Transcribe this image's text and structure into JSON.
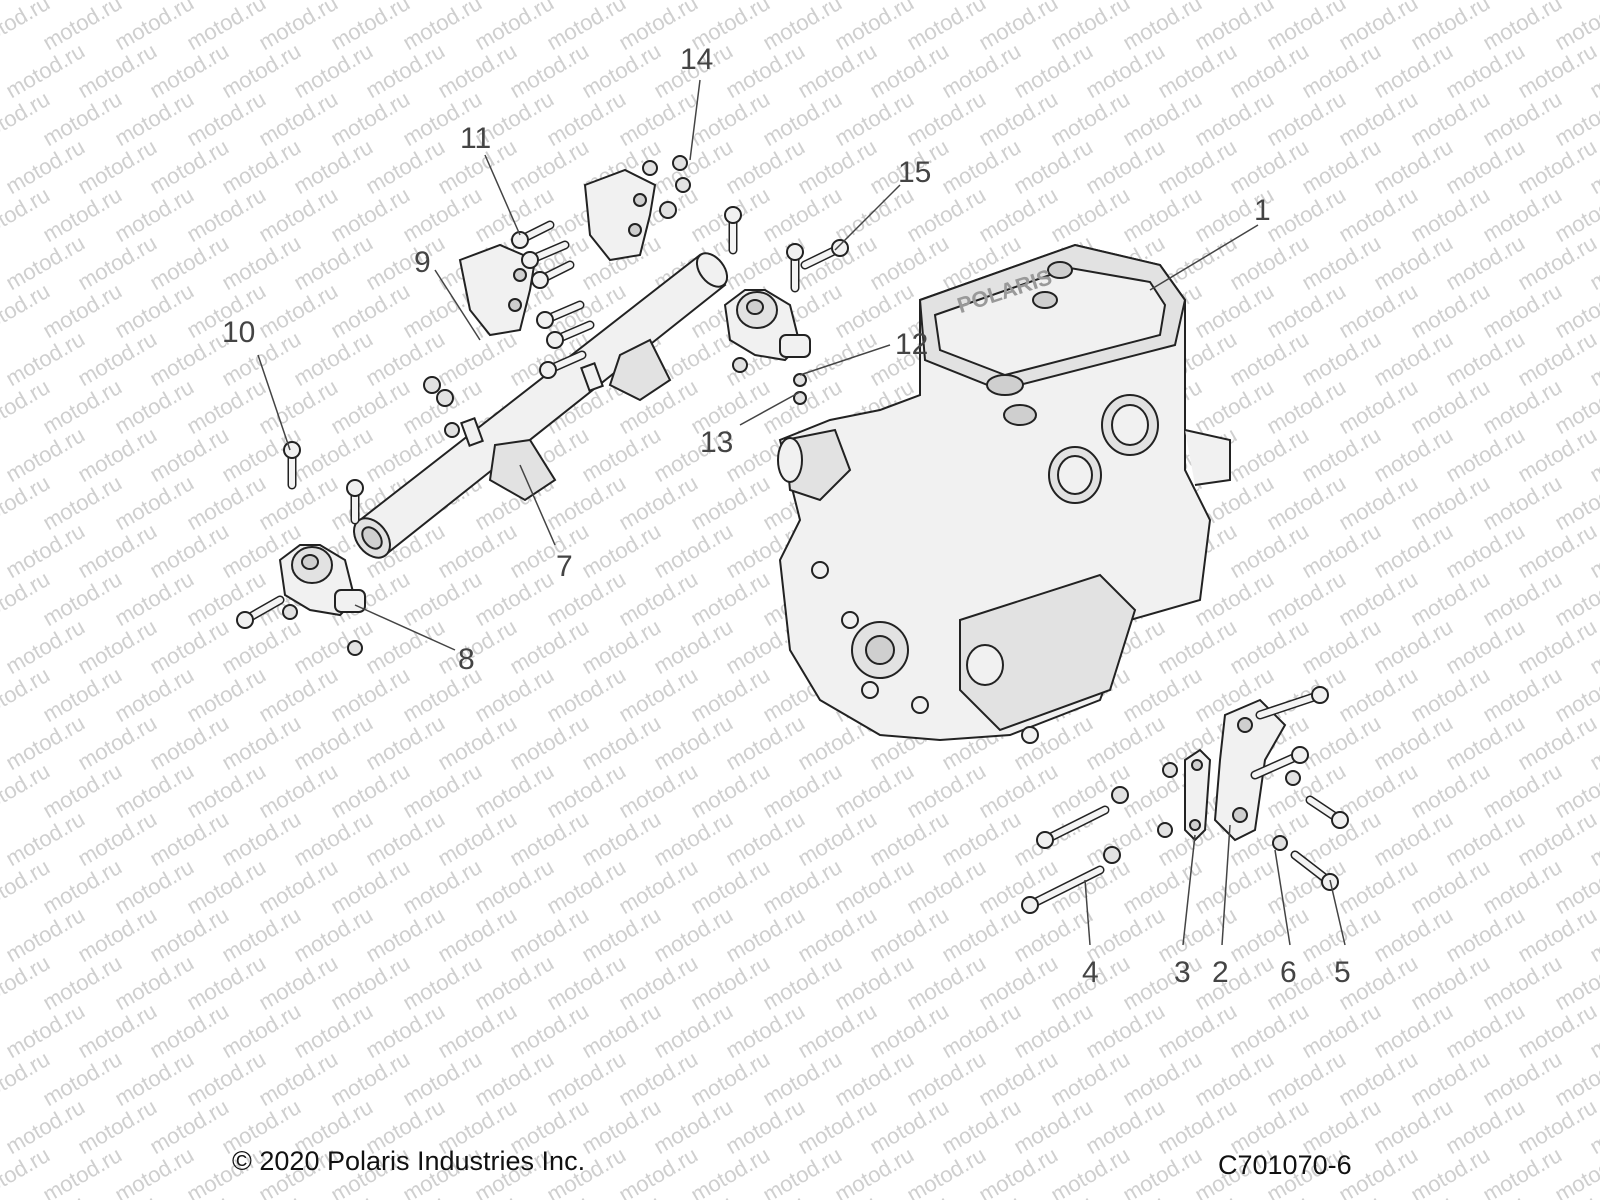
{
  "watermark": {
    "text": "motod.ru"
  },
  "callouts": [
    {
      "id": "1",
      "label": "1"
    },
    {
      "id": "2",
      "label": "2"
    },
    {
      "id": "3",
      "label": "3"
    },
    {
      "id": "4",
      "label": "4"
    },
    {
      "id": "5",
      "label": "5"
    },
    {
      "id": "6",
      "label": "6"
    },
    {
      "id": "7",
      "label": "7"
    },
    {
      "id": "8",
      "label": "8"
    },
    {
      "id": "9",
      "label": "9"
    },
    {
      "id": "10",
      "label": "10"
    },
    {
      "id": "11",
      "label": "11"
    },
    {
      "id": "12",
      "label": "12"
    },
    {
      "id": "13",
      "label": "13"
    },
    {
      "id": "14",
      "label": "14"
    },
    {
      "id": "15",
      "label": "15"
    }
  ],
  "engine_brand": "POLARIS",
  "footer": {
    "copyright": "© 2020 Polaris Industries Inc.",
    "diagram_code": "C701070-6"
  }
}
